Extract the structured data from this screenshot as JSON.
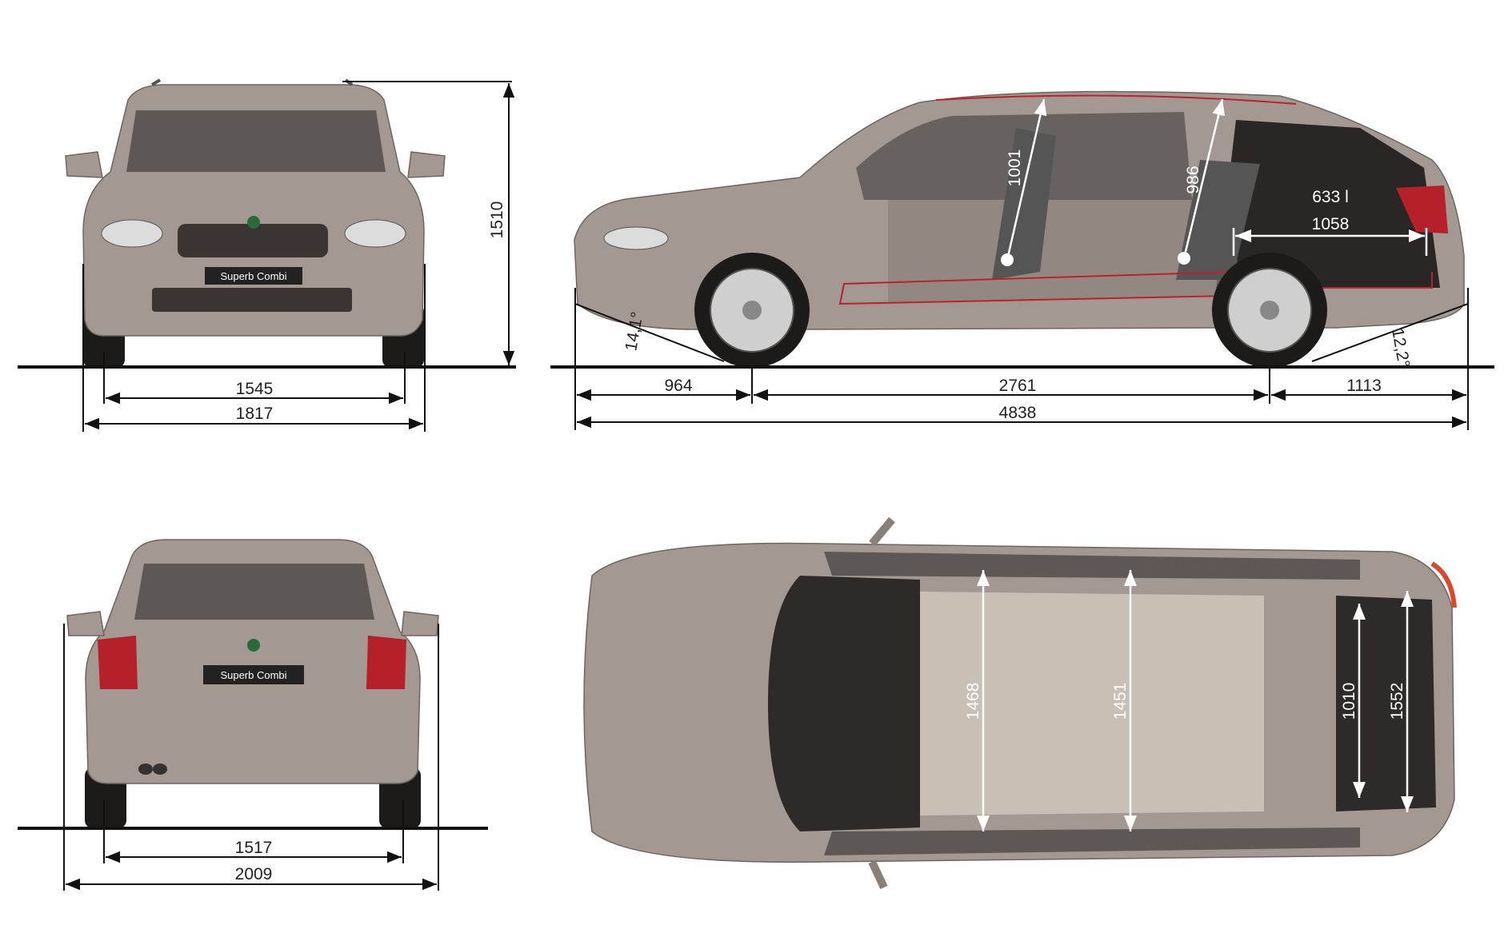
{
  "model_badge": "Superb Combi",
  "front_view": {
    "height": "1510",
    "track_front": "1545",
    "width": "1817"
  },
  "side_view": {
    "front_overhang": "964",
    "wheelbase": "2761",
    "rear_overhang": "1113",
    "length": "4838",
    "approach_angle": "14,1°",
    "departure_angle": "12,2°",
    "front_headroom": "1001",
    "rear_headroom": "986",
    "boot_volume": "633 l",
    "boot_length": "1058"
  },
  "rear_view": {
    "track_rear": "1517",
    "width_mirrors": "2009"
  },
  "top_view": {
    "front_elbow_width": "1468",
    "rear_elbow_width": "1451",
    "boot_width_between_arches": "1010",
    "boot_width": "1552"
  },
  "colors": {
    "body": "#a39892",
    "dimension_lines": "#111111",
    "interior_outline": "#c0202a"
  }
}
